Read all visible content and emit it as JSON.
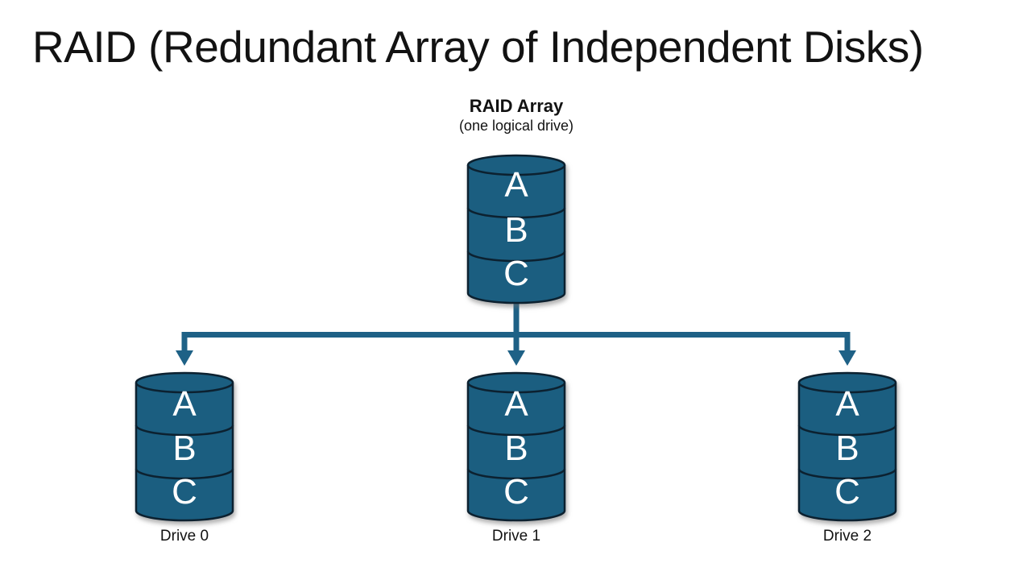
{
  "title": "RAID (Redundant Array of Independent Disks)",
  "array": {
    "label": "RAID Array",
    "sublabel": "(one logical drive)",
    "segments": [
      "A",
      "B",
      "C"
    ]
  },
  "drives": [
    {
      "label": "Drive 0",
      "segments": [
        "A",
        "B",
        "C"
      ]
    },
    {
      "label": "Drive 1",
      "segments": [
        "A",
        "B",
        "C"
      ]
    },
    {
      "label": "Drive 2",
      "segments": [
        "A",
        "B",
        "C"
      ]
    }
  ],
  "colors": {
    "cylinder_fill": "#1b5e80",
    "cylinder_stroke": "#0c2130",
    "connector": "#1e6186",
    "segment_text": "#ffffff",
    "text_dark": "#121212"
  }
}
